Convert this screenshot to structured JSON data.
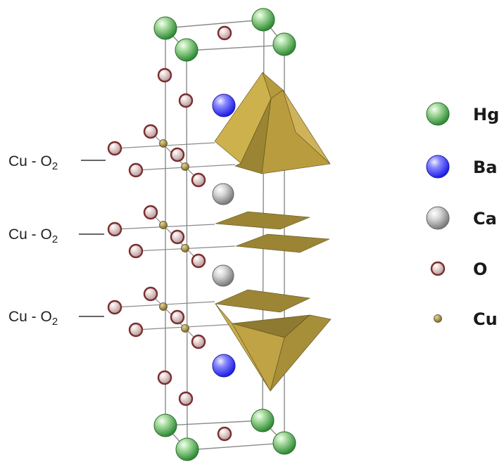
{
  "layer_labels": {
    "upper": {
      "prefix": "Cu - O",
      "subscript": "2"
    },
    "middle": {
      "prefix": "Cu - O",
      "subscript": "2"
    },
    "lower": {
      "prefix": "Cu - O",
      "subscript": "2"
    }
  },
  "legend": {
    "hg": "Hg",
    "ba": "Ba",
    "ca": "Ca",
    "o": "O",
    "cu": "Cu"
  },
  "colors": {
    "hg": "#2e9a3c",
    "ba": "#2d2df0",
    "ca": "#9a9a9a",
    "o": "#8a3a3a",
    "cu": "#8c7a3a",
    "polyhedron_light": "#c9ac4a",
    "polyhedron_mid": "#a88f38",
    "polyhedron_dark": "#7c6a2a",
    "cell_line": "#8a8a8a"
  }
}
